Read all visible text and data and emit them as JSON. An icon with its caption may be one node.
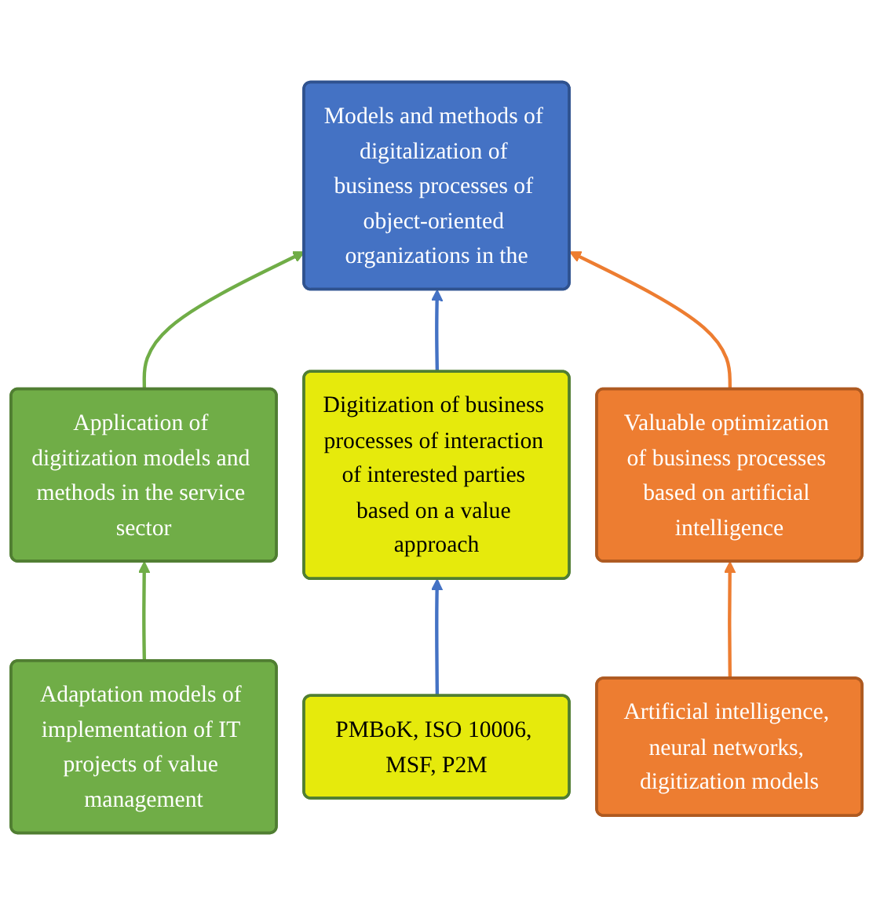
{
  "diagram": {
    "nodes": [
      {
        "text": [
          "Models and methods of digitalization of business processes of object-oriented organizations in the"
        ]
      },
      {
        "text": [
          "Application of digitization models and methods in the service sector"
        ]
      },
      {
        "text": [
          "Digitization of business processes of interaction of interested parties based on a value approach"
        ]
      },
      {
        "text": [
          "Valuable optimization of business processes based on artificial intelligence"
        ]
      },
      {
        "text": [
          "Adaptation models of implementation of IT projects of value management"
        ]
      },
      {
        "text": [
          "PMBoK, ISO 10006, MSF, P2M"
        ]
      },
      {
        "text": [
          "Artificial intelligence, neural networks, digitization models"
        ]
      }
    ],
    "edges": [
      {
        "from": 1,
        "to": 0,
        "arrow": "to",
        "color": "#70ad47"
      },
      {
        "from": 2,
        "to": 0,
        "arrow": "to",
        "color": "#4472c4"
      },
      {
        "from": 3,
        "to": 0,
        "arrow": "to",
        "color": "#ed7d31"
      },
      {
        "from": 4,
        "to": 1,
        "arrow": "to",
        "color": "#70ad47"
      },
      {
        "from": 5,
        "to": 2,
        "arrow": "to",
        "color": "#4472c4"
      },
      {
        "from": 6,
        "to": 3,
        "arrow": "to",
        "color": "#ed7d31"
      }
    ]
  }
}
